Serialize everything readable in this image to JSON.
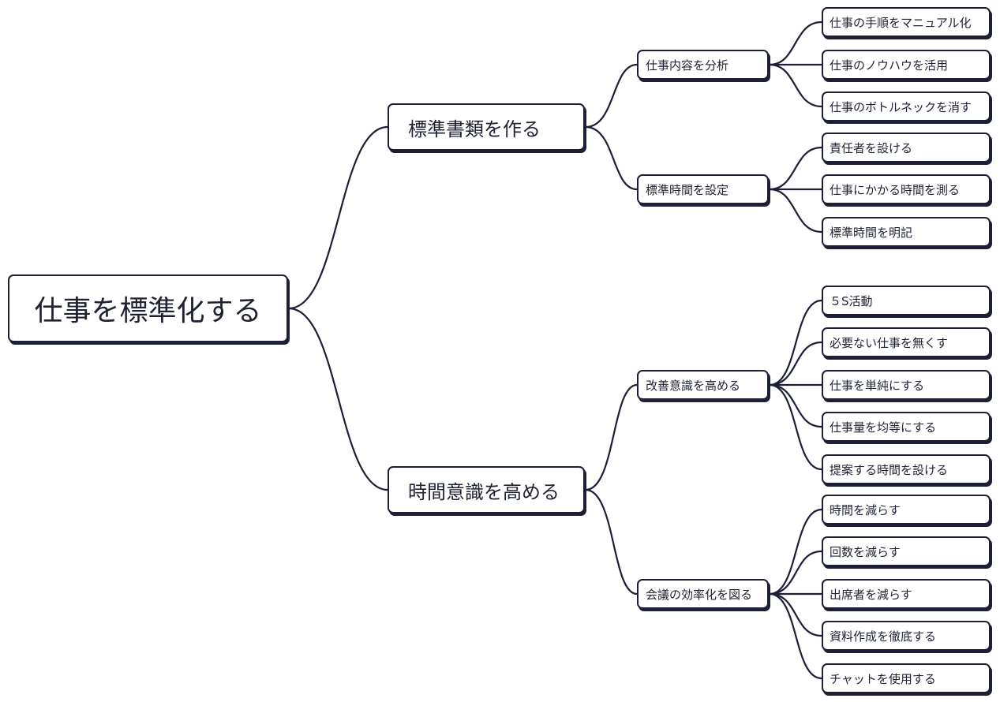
{
  "root": {
    "label": "仕事を標準化する"
  },
  "branches": [
    {
      "label": "標準書類を作る",
      "children": [
        {
          "label": "仕事内容を分析",
          "children": [
            "仕事の手順をマニュアル化",
            "仕事のノウハウを活用",
            "仕事のボトルネックを消す"
          ]
        },
        {
          "label": "標準時間を設定",
          "children": [
            "責任者を設ける",
            "仕事にかかる時間を測る",
            "標準時間を明記"
          ]
        }
      ]
    },
    {
      "label": "時間意識を高める",
      "children": [
        {
          "label": "改善意識を高める",
          "children": [
            "５S活動",
            "必要ない仕事を無くす",
            "仕事を単純にする",
            "仕事量を均等にする",
            "提案する時間を設ける"
          ]
        },
        {
          "label": "会議の効率化を図る",
          "children": [
            "時間を減らす",
            "回数を減らす",
            "出席者を減らす",
            "資料作成を徹底する",
            "チャットを使用する"
          ]
        }
      ]
    }
  ],
  "colors": {
    "line": "#1d1f36",
    "text": "#1f2233",
    "background": "#ffffff"
  }
}
